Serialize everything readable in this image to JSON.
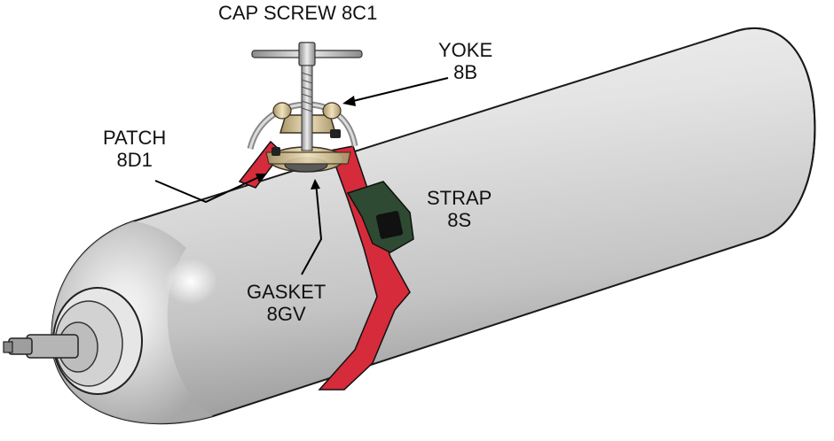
{
  "labels": {
    "cap_screw": {
      "line1": "CAP SCREW 8C1"
    },
    "yoke": {
      "line1": "YOKE",
      "line2": "8B"
    },
    "patch": {
      "line1": "PATCH",
      "line2": "8D1"
    },
    "strap": {
      "line1": "STRAP",
      "line2": "8S"
    },
    "gasket": {
      "line1": "GASKET",
      "line2": "8GV"
    }
  },
  "colors": {
    "cylinder": "#d9d9d9",
    "strap": "#d62b3a",
    "buckle": "#2f4a33",
    "yoke_brass": "#d8c8a0",
    "screw_steel": "#c8c8c8"
  }
}
